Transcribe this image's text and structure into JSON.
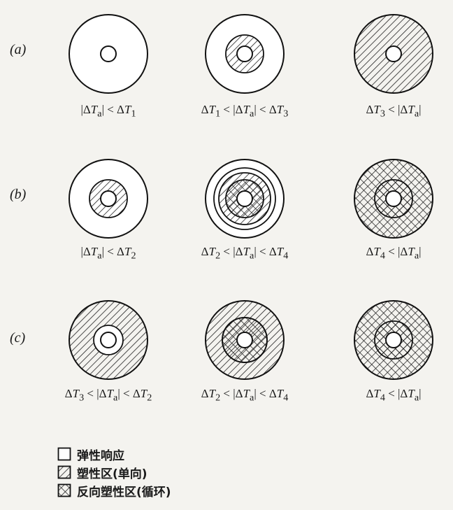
{
  "rows": [
    {
      "label": "(a)",
      "items": [
        {
          "caption": [
            "|ΔT",
            "a",
            "| < ΔT",
            "1",
            ""
          ],
          "ring": "none",
          "core": "none"
        },
        {
          "caption": [
            "ΔT",
            "1",
            " < |ΔT",
            "a",
            "| < ΔT",
            "3"
          ],
          "ring": "none",
          "core": "plastic"
        },
        {
          "caption": [
            "ΔT",
            "3",
            " < |ΔT",
            "a",
            "|"
          ],
          "ring": "plastic",
          "core": "plastic"
        }
      ]
    },
    {
      "label": "(b)",
      "items": [
        {
          "caption": [
            "|ΔT",
            "a",
            "| < ΔT",
            "2",
            ""
          ],
          "ring": "none",
          "core": "plastic"
        },
        {
          "caption": [
            "ΔT",
            "2",
            " < |ΔT",
            "a",
            "| < ΔT",
            "4"
          ],
          "ring": "none",
          "core": "reverse"
        },
        {
          "caption": [
            "ΔT",
            "4",
            " < |ΔT",
            "a",
            "|"
          ],
          "ring": "reverse",
          "core": "reverse"
        }
      ]
    },
    {
      "label": "(c)",
      "items": [
        {
          "caption": [
            "ΔT",
            "3",
            " < |ΔT",
            "a",
            "| < ΔT",
            "2"
          ],
          "ring": "plastic",
          "core": "none"
        },
        {
          "caption": [
            "ΔT",
            "2",
            " < |ΔT",
            "a",
            "| < ΔT",
            "4"
          ],
          "ring": "plastic",
          "core": "reverse"
        },
        {
          "caption": [
            "ΔT",
            "4",
            " < |ΔT",
            "a",
            "|"
          ],
          "ring": "reverse",
          "core": "reverse"
        }
      ]
    }
  ],
  "legend": [
    {
      "label": "弹性响应",
      "pattern": "none"
    },
    {
      "label": "塑性区(单向)",
      "pattern": "plastic"
    },
    {
      "label": "反向塑性区(循环)",
      "pattern": "reverse"
    }
  ]
}
